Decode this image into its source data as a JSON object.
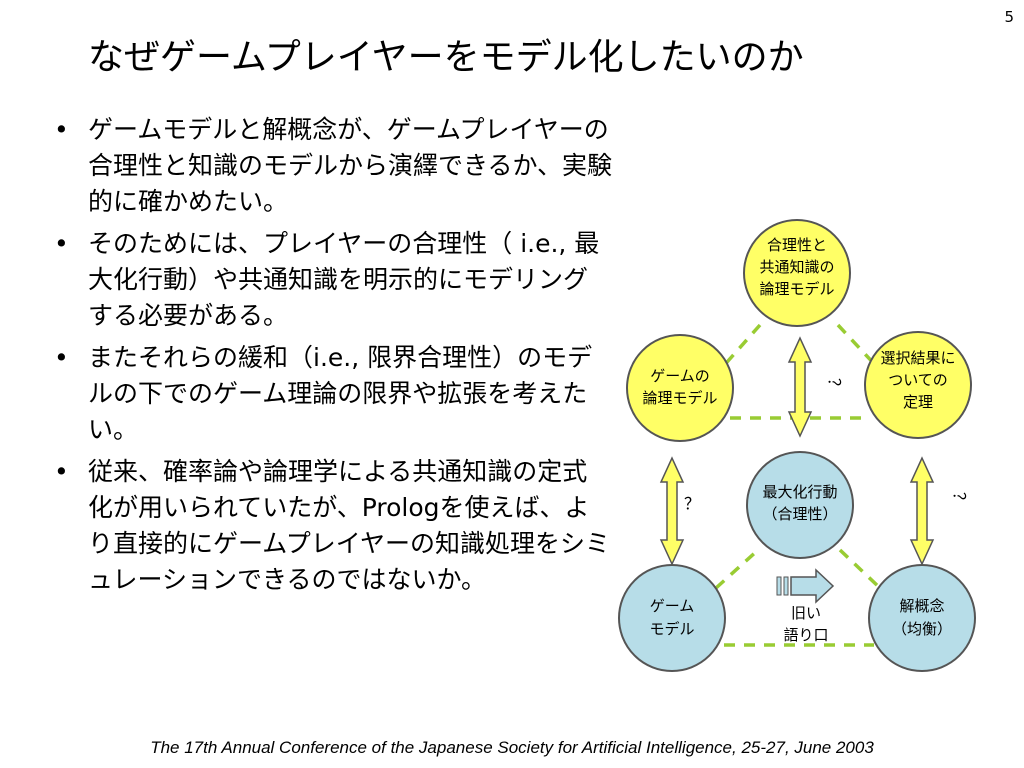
{
  "page_number": "5",
  "title": "なぜゲームプレイヤーをモデル化したいのか",
  "bullets": [
    "ゲームモデルと解概念が、ゲームプレイヤーの合理性と知識のモデルから演繹できるか、実験的に確かめたい。",
    "そのためには、プレイヤーの合理性（ i.e., 最大化行動）や共通知識を明示的にモデリングする必要がある。",
    "またそれらの緩和（i.e., 限界合理性）のモデルの下でのゲーム理論の限界や拡張を考えたい。",
    "従来、確率論や論理学による共通知識の定式化が用いられていたが、Prologを使えば、より直接的にゲームプレイヤーの知識処理をシミュレーションできるのではないか。"
  ],
  "diagram": {
    "top_node": [
      "合理性と",
      "共通知識の",
      "論理モデル"
    ],
    "left_node": [
      "ゲームの",
      "論理モデル"
    ],
    "right_node": [
      "選択結果に",
      "ついての",
      "定理"
    ],
    "center_node": [
      "最大化行動",
      "（合理性）"
    ],
    "bottom_left_node": [
      "ゲーム",
      "モデル"
    ],
    "bottom_right_node": [
      "解概念",
      "（均衡）"
    ],
    "old_story_label": [
      "旧い",
      "語り口"
    ],
    "question_mark": "？",
    "colors": {
      "yellow": "#ffff66",
      "cyan": "#b7dde8",
      "green": "#99cc33"
    }
  },
  "footer": "The 17th Annual Conference of the Japanese Society for Artificial Intelligence, 25-27, June 2003"
}
